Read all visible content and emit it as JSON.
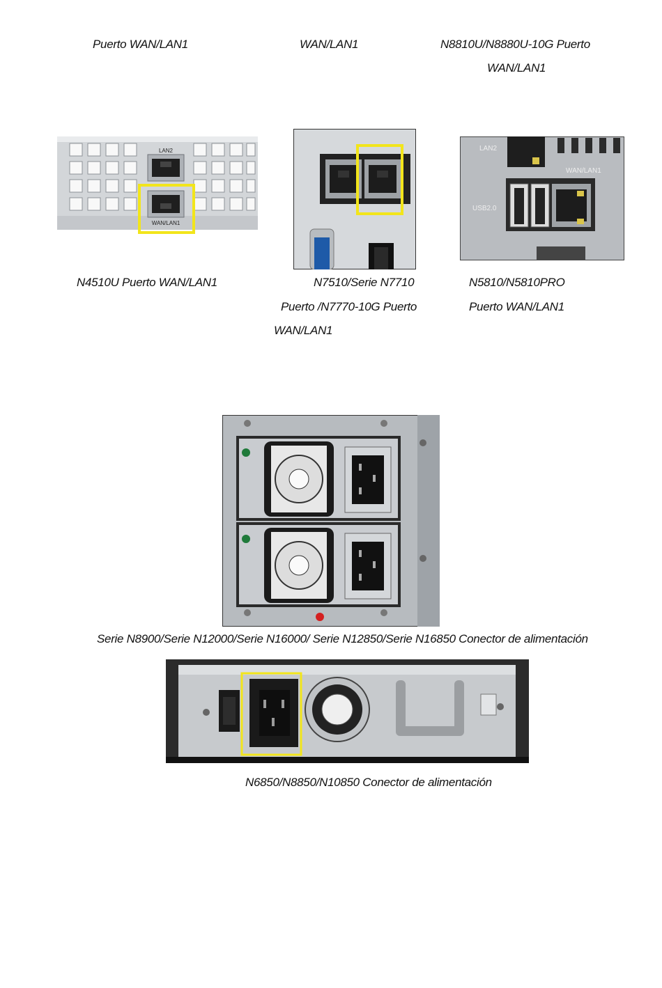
{
  "top_captions": {
    "left": "Puerto WAN/LAN1",
    "middle": "WAN/LAN1",
    "right_line1": "N8810U/N8880U-10G Puerto",
    "right_line2": "WAN/LAN1"
  },
  "port_photos": {
    "n4510u": {
      "label_lan2": "LAN2",
      "label_wan": "WAN/LAN1"
    },
    "n5810": {
      "label_lan2": "LAN2",
      "label_wan": "WAN/LAN1",
      "label_usb": "USB2.0"
    }
  },
  "mid_captions": {
    "left": "N4510U Puerto WAN/LAN1",
    "center_line1": "N7510/Serie N7710",
    "center_line2": "Puerto /N7770-10G Puerto",
    "center_line3": "WAN/LAN1",
    "right_line1": "N5810/N5810PRO",
    "right_line2": "Puerto WAN/LAN1"
  },
  "psu_caption": "Serie N8900/Serie N12000/Serie N16000/ Serie N12850/Serie N16850 Conector de alimentación",
  "psu2_caption": "N6850/N8850/N10850 Conector de alimentación",
  "colors": {
    "highlight": "#f2e51b",
    "metal": "#c9ccd0",
    "dark": "#1a1a1a"
  }
}
